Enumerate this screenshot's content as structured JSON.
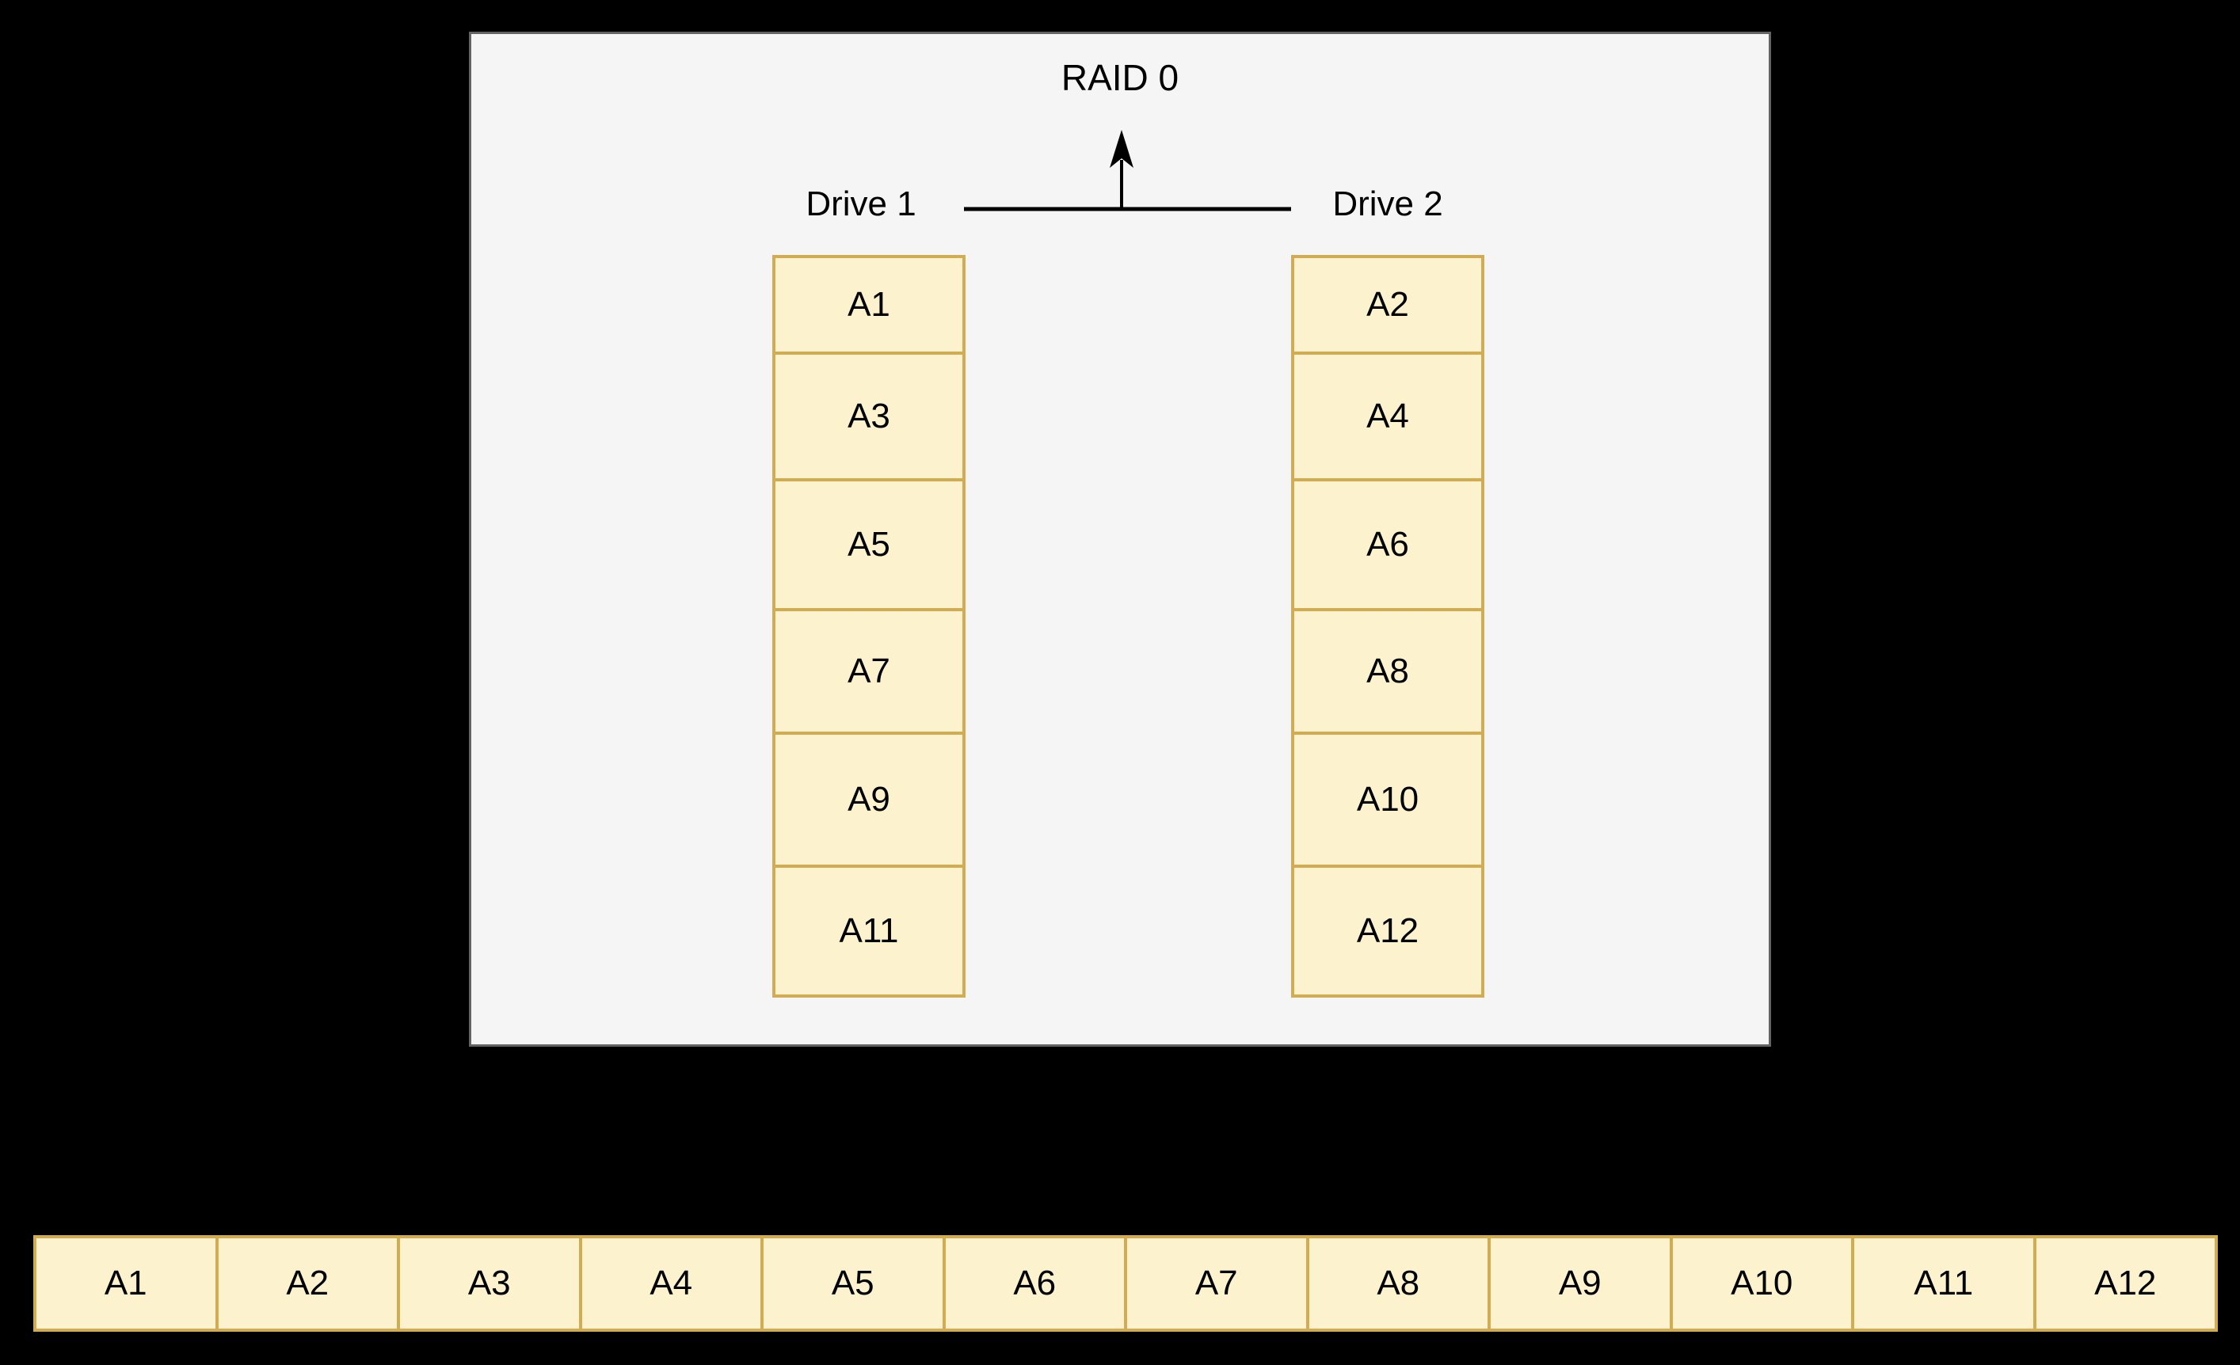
{
  "diagram": {
    "title": "RAID 0",
    "drives": [
      {
        "label": "Drive 1",
        "blocks": [
          "A1",
          "A3",
          "A5",
          "A7",
          "A9",
          "A11"
        ]
      },
      {
        "label": "Drive 2",
        "blocks": [
          "A2",
          "A4",
          "A6",
          "A8",
          "A10",
          "A12"
        ]
      }
    ],
    "stripe_row": [
      "A1",
      "A2",
      "A3",
      "A4",
      "A5",
      "A6",
      "A7",
      "A8",
      "A9",
      "A10",
      "A11",
      "A12"
    ],
    "icons": [
      {
        "name": "up-arrow-icon",
        "meaning": "drives combine upward into RAID 0 array"
      }
    ],
    "colors": {
      "background": "#000000",
      "panel_fill": "#f5f5f5",
      "panel_border": "#636363",
      "block_fill": "#fcf2ce",
      "block_border": "#d2ac53",
      "text": "#000000"
    }
  }
}
